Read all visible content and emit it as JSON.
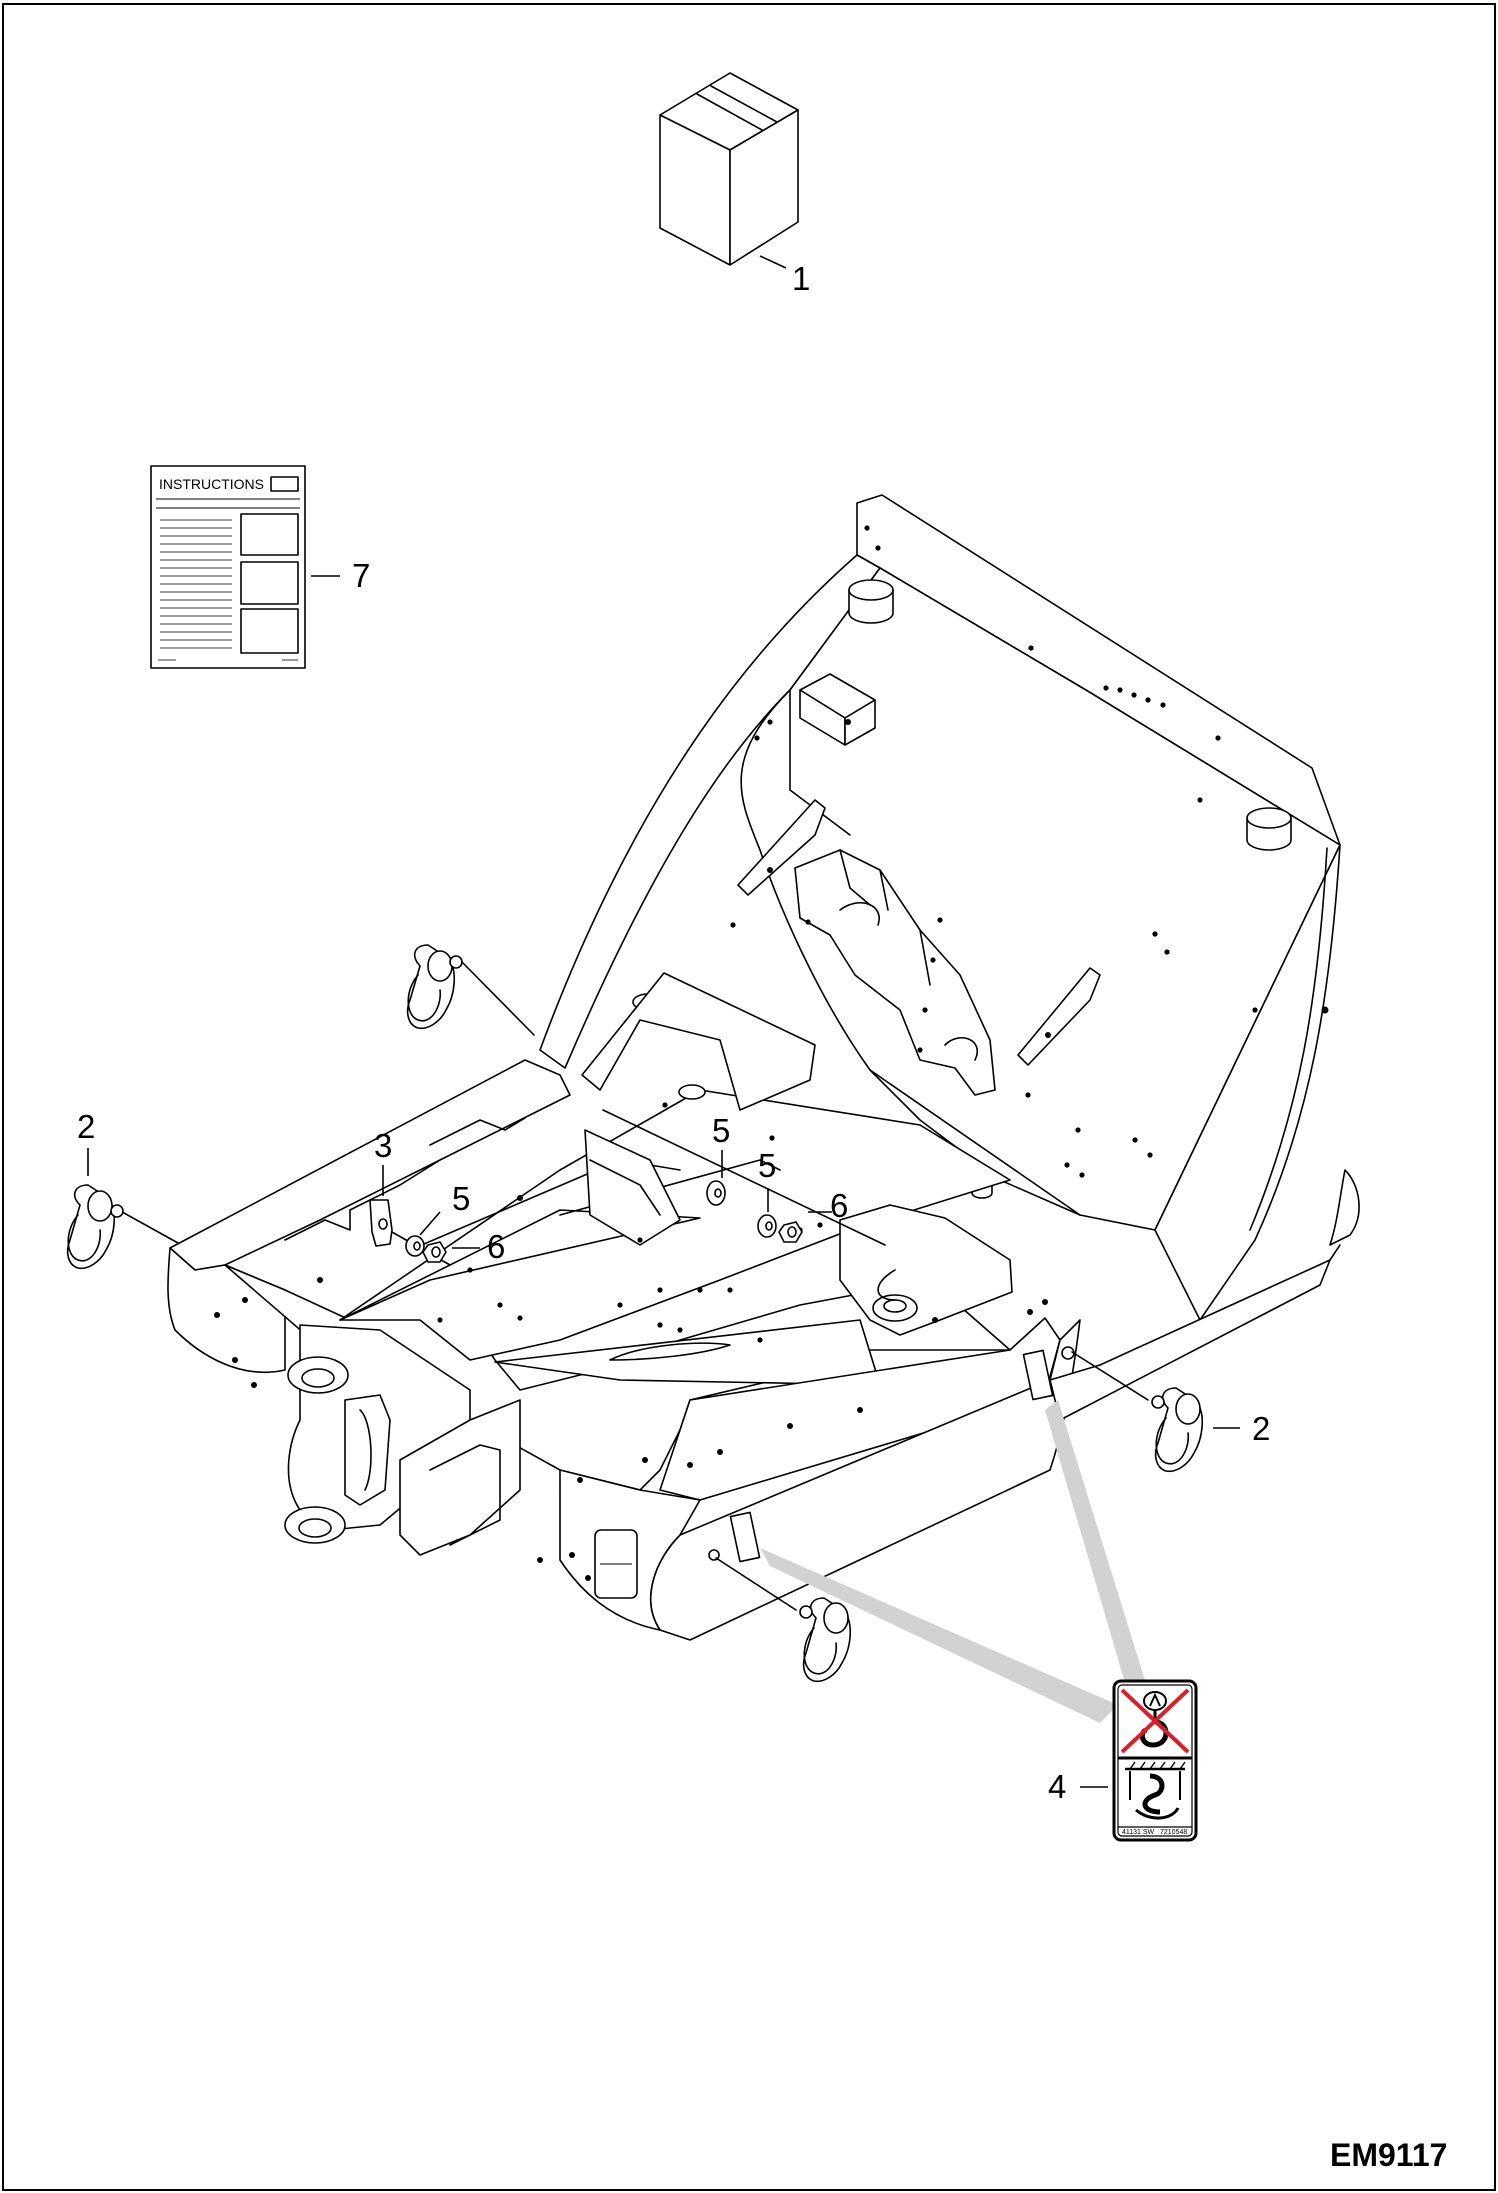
{
  "diagram": {
    "sheet_id": "EM9117",
    "callouts": {
      "kit_box": "1",
      "tie_down_rear_left": "2",
      "tie_down_front_right": "2",
      "spacer_left": "3",
      "decal": "4",
      "washer_left": "5",
      "washer_center_top": "5",
      "washer_center": "5",
      "nut_left": "6",
      "nut_center": "6",
      "instructions": "7"
    },
    "instructions_sheet": {
      "title": "INSTRUCTIONS"
    },
    "decal": {
      "part_no_left": "41131 SW",
      "part_no_right": "7210548",
      "prohibited_icon": "lift-hook-crossed-out-icon",
      "allowed_icon": "tie-down-hook-icon",
      "cross_color": "#d8202a"
    }
  }
}
